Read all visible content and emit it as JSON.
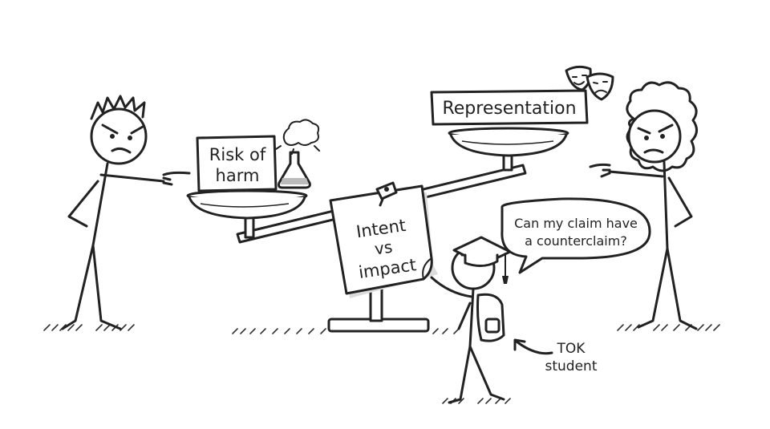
{
  "labels": {
    "risk_line1": "Risk of",
    "risk_line2": "harm",
    "representation": "Representation",
    "note_line1": "Intent",
    "note_line2": "vs",
    "note_line3": "impact",
    "speech_line1": "Can my claim have",
    "speech_line2": "a counterclaim?",
    "student_line1": "TOK",
    "student_line2": "student"
  },
  "icons": {
    "left_scale_item": "flask-explosion-icon",
    "right_scale_item": "theater-masks-icon",
    "note_pin": "pushpin-icon",
    "student_hat": "graduation-cap-icon"
  },
  "colors": {
    "ink": "#222222",
    "paper": "#ffffff",
    "shade": "#dddddd"
  }
}
